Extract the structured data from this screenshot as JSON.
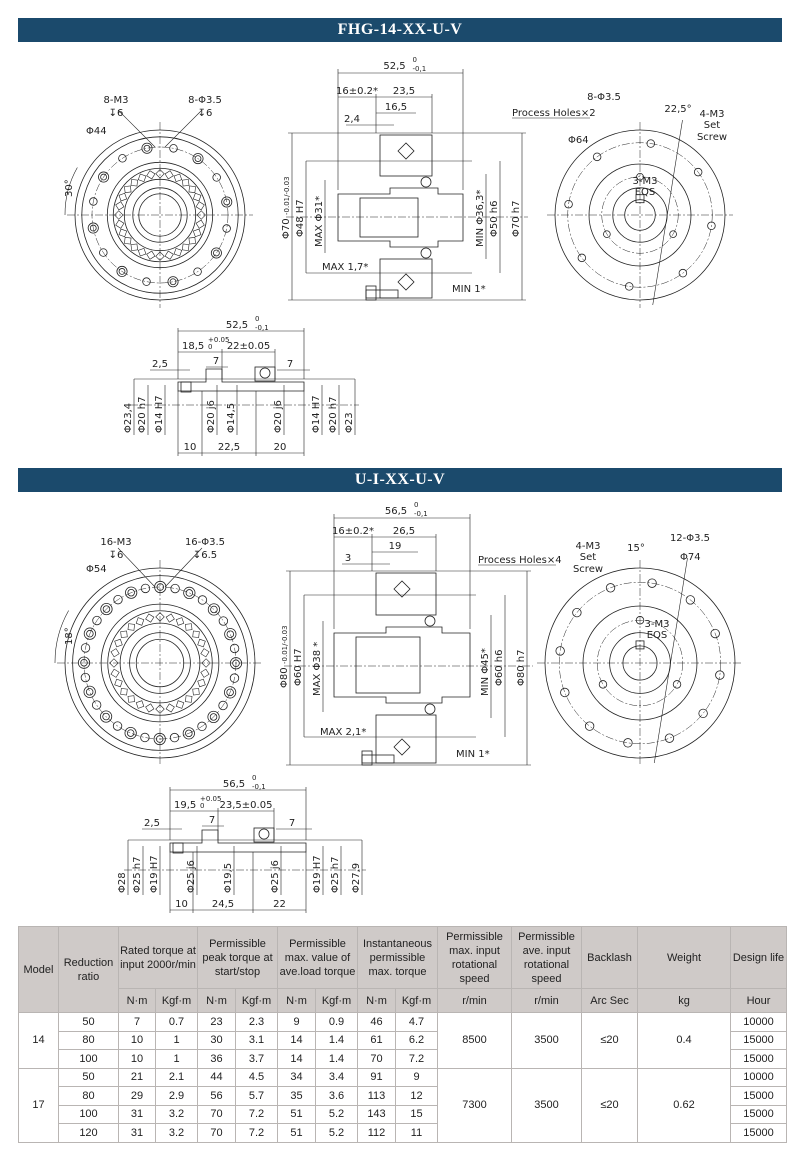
{
  "sections": [
    {
      "title": "FHG-14-XX-U-V",
      "front_left": {
        "thread": "8-M3",
        "thread_depth": "↧6",
        "holes": "8-Φ3.5",
        "holes_depth": "↧6",
        "pcd": "Φ44",
        "angle": "30°"
      },
      "side": {
        "length": "52,5",
        "length_tol_up": "0",
        "length_tol_low": "-0,1",
        "d1": "16±0.2*",
        "d2": "23,5",
        "d3": "16,5",
        "d4": "2,4",
        "outer_dia": "Φ70",
        "outer_tol": "-0.01/-0.03",
        "bore_h7": "Φ48 H7",
        "max_dia": "MAX Φ31*",
        "min_dia": "MIN Φ36,3*",
        "h6": "Φ50 h6",
        "h7": "Φ70 h7",
        "max_gap": "MAX 1,7*",
        "min_gap": "MIN 1*"
      },
      "front_right": {
        "process_holes": "Process Holes×2",
        "holes": "8-Φ3.5",
        "angle": "22,5°",
        "set_screw": "4-M3",
        "set": "Set",
        "screw": "Screw",
        "pcd": "Φ64",
        "eqs_thread": "3-M3",
        "eqs": "EQS"
      },
      "shaft": {
        "length": "52,5",
        "length_tol_up": "0",
        "length_tol_low": "-0,1",
        "d1": "18,5",
        "d1_tol_up": "+0.05",
        "d1_tol_low": "0",
        "d2": "22±0.05",
        "d3": "2,5",
        "d4": "7",
        "d5": "7",
        "dias": [
          "Φ23,4",
          "Φ20 h7",
          "Φ14 H7",
          "Φ20 j6",
          "Φ14,5",
          "Φ20 j6",
          "Φ14 H7",
          "Φ20 h7",
          "Φ23"
        ],
        "bottom": [
          "10",
          "22,5",
          "20"
        ]
      }
    },
    {
      "title": "U-I-XX-U-V",
      "front_left": {
        "thread": "16-M3",
        "thread_depth": "↧6",
        "holes": "16-Φ3.5",
        "holes_depth": "↧6.5",
        "pcd": "Φ54",
        "angle": "18°"
      },
      "side": {
        "length": "56,5",
        "length_tol_up": "0",
        "length_tol_low": "-0,1",
        "d1": "16±0.2*",
        "d2": "26,5",
        "d3": "19",
        "d4": "3",
        "outer_dia": "Φ80",
        "outer_tol": "-0.01/-0.03",
        "bore_h7": "Φ60 H7",
        "max_dia": "MAX Φ38 *",
        "min_dia": "MIN Φ45*",
        "h6": "Φ60 h6",
        "h7": "Φ80 h7",
        "max_gap": "MAX 2,1*",
        "min_gap": "MIN 1*"
      },
      "front_right": {
        "process_holes": "Process Holes×4",
        "holes": "12-Φ3.5",
        "angle": "15°",
        "set_screw": "4-M3",
        "set": "Set",
        "screw": "Screw",
        "pcd": "Φ74",
        "eqs_thread": "3-M3",
        "eqs": "EQS"
      },
      "shaft": {
        "length": "56,5",
        "length_tol_up": "0",
        "length_tol_low": "-0,1",
        "d1": "19,5",
        "d1_tol_up": "+0.05",
        "d1_tol_low": "0",
        "d2": "23,5±0.05",
        "d3": "2,5",
        "d4": "7",
        "d5": "7",
        "dias": [
          "Φ28",
          "Φ25 h7",
          "Φ19 H7",
          "Φ25 j6",
          "Φ19,5",
          "Φ25 j6",
          "Φ19 H7",
          "Φ25 h7",
          "Φ27,9"
        ],
        "bottom": [
          "10",
          "24,5",
          "22"
        ]
      }
    }
  ],
  "table": {
    "headers": {
      "model": "Model",
      "ratio": "Reduction ratio",
      "rated": "Rated torque at input 2000r/min",
      "peak": "Permissible peak torque at start/stop",
      "ave": "Permissible max. value of ave.load torque",
      "inst": "Instantaneous permissible max. torque",
      "max_speed": "Permissible max. input rotational speed",
      "ave_speed": "Permissible ave. input rotational speed",
      "backlash": "Backlash",
      "weight": "Weight",
      "life": "Design life"
    },
    "units": {
      "nm": "N·m",
      "kgf": "Kgf·m",
      "rpm": "r/min",
      "arcsec": "Arc Sec",
      "kg": "kg",
      "hour": "Hour"
    },
    "models": [
      {
        "model": "14",
        "max_speed": "8500",
        "ave_speed": "3500",
        "backlash": "≤20",
        "weight": "0.4",
        "rows": [
          {
            "ratio": "50",
            "rated_nm": "7",
            "rated_kgf": "0.7",
            "peak_nm": "23",
            "peak_kgf": "2.3",
            "ave_nm": "9",
            "ave_kgf": "0.9",
            "inst_nm": "46",
            "inst_kgf": "4.7",
            "life": "10000"
          },
          {
            "ratio": "80",
            "rated_nm": "10",
            "rated_kgf": "1",
            "peak_nm": "30",
            "peak_kgf": "3.1",
            "ave_nm": "14",
            "ave_kgf": "1.4",
            "inst_nm": "61",
            "inst_kgf": "6.2",
            "life": "15000"
          },
          {
            "ratio": "100",
            "rated_nm": "10",
            "rated_kgf": "1",
            "peak_nm": "36",
            "peak_kgf": "3.7",
            "ave_nm": "14",
            "ave_kgf": "1.4",
            "inst_nm": "70",
            "inst_kgf": "7.2",
            "life": "15000"
          }
        ]
      },
      {
        "model": "17",
        "max_speed": "7300",
        "ave_speed": "3500",
        "backlash": "≤20",
        "weight": "0.62",
        "rows": [
          {
            "ratio": "50",
            "rated_nm": "21",
            "rated_kgf": "2.1",
            "peak_nm": "44",
            "peak_kgf": "4.5",
            "ave_nm": "34",
            "ave_kgf": "3.4",
            "inst_nm": "91",
            "inst_kgf": "9",
            "life": "10000"
          },
          {
            "ratio": "80",
            "rated_nm": "29",
            "rated_kgf": "2.9",
            "peak_nm": "56",
            "peak_kgf": "5.7",
            "ave_nm": "35",
            "ave_kgf": "3.6",
            "inst_nm": "113",
            "inst_kgf": "12",
            "life": "15000"
          },
          {
            "ratio": "100",
            "rated_nm": "31",
            "rated_kgf": "3.2",
            "peak_nm": "70",
            "peak_kgf": "7.2",
            "ave_nm": "51",
            "ave_kgf": "5.2",
            "inst_nm": "143",
            "inst_kgf": "15",
            "life": "15000"
          },
          {
            "ratio": "120",
            "rated_nm": "31",
            "rated_kgf": "3.2",
            "peak_nm": "70",
            "peak_kgf": "7.2",
            "ave_nm": "51",
            "ave_kgf": "5.2",
            "inst_nm": "112",
            "inst_kgf": "11",
            "life": "15000"
          }
        ]
      }
    ]
  }
}
